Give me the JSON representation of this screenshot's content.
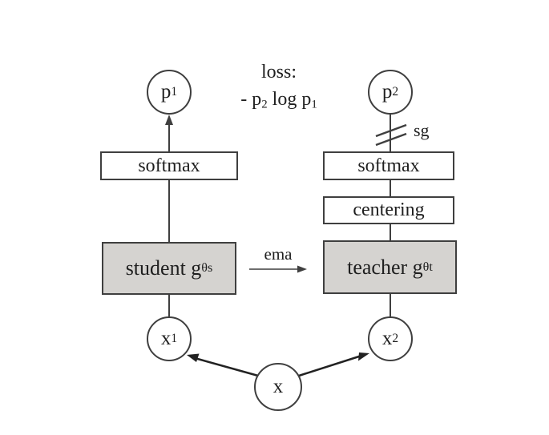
{
  "loss": {
    "line1": "loss:",
    "line2": [
      "- p",
      "2",
      " log p",
      "1"
    ]
  },
  "nodes": {
    "p1": {
      "main": "p",
      "sub": "1"
    },
    "p2": {
      "main": "p",
      "sub": "2"
    },
    "x1": {
      "main": "x",
      "sub": "1"
    },
    "x2": {
      "main": "x",
      "sub": "2"
    },
    "x": {
      "main": "x",
      "sub": ""
    }
  },
  "boxes": {
    "softmax_left": {
      "label": "softmax"
    },
    "softmax_right": {
      "label": "softmax"
    },
    "centering": {
      "label": "centering"
    },
    "student": {
      "main": "student g",
      "sub": "θs"
    },
    "teacher": {
      "main": "teacher g",
      "sub": "θt"
    }
  },
  "edges": {
    "ema": "ema",
    "sg": "sg"
  },
  "colors": {
    "line": "#3f3f3f",
    "arrow": "#222222",
    "text": "#1f1f1f",
    "gray_fill": "#d5d3d0",
    "background": "#ffffff"
  }
}
